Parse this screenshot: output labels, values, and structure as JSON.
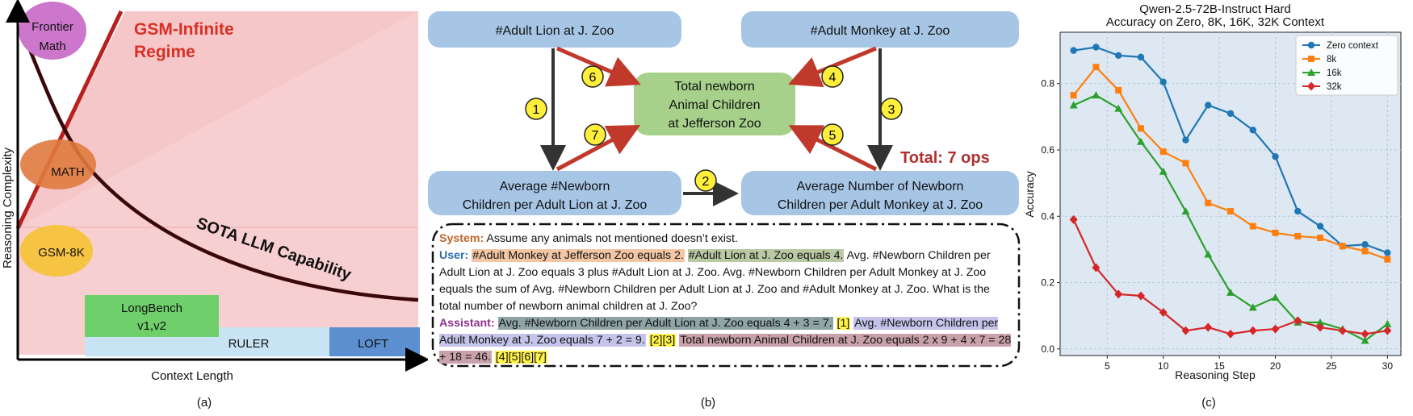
{
  "panel_a": {
    "title_regime_line1": "GSM-Infinite",
    "title_regime_line2": "Regime",
    "frontier_math_line1": "Frontier",
    "frontier_math_line2": "Math",
    "math": "MATH",
    "gsm8k": "GSM-8K",
    "sota_curve_label": "SOTA LLM Capability",
    "longbench_line1": "LongBench",
    "longbench_line2": "v1,v2",
    "ruler": "RULER",
    "loft": "LOFT",
    "y_axis_label": "Reasoning Complexity",
    "x_axis_label": "Context Length",
    "caption": "(a)",
    "colors": {
      "regime": "#d93025",
      "math": "#e07a3f",
      "gsm8k": "#f6c343",
      "frontier": "#cc77cc",
      "longbench": "#6fcf6a",
      "ruler": "#c8e4f4",
      "loft": "#5b8fd0"
    }
  },
  "panel_b": {
    "node_adult_lion": "#Adult Lion at J. Zoo",
    "node_adult_monkey": "#Adult Monkey at J. Zoo",
    "node_total_line1": "Total newborn",
    "node_total_line2": "Animal Children",
    "node_total_line3": "at Jefferson Zoo",
    "node_avg_lion_line1": "Average #Newborn",
    "node_avg_lion_line2": "Children per Adult Lion at J. Zoo",
    "node_avg_monkey_line1": "Average Number of Newborn",
    "node_avg_monkey_line2": "Children per Adult Monkey at J. Zoo",
    "ops": [
      "1",
      "2",
      "3",
      "4",
      "5",
      "6",
      "7"
    ],
    "total_ops": "Total: 7 ops",
    "caption": "(b)",
    "prompt": {
      "system_label": "System:",
      "system_text": "Assume any animals not mentioned doesn’t exist.",
      "user_label": "User:",
      "user_hl1": "#Adult Monkey at Jefferson Zoo equals 2.",
      "user_hl2": "#Adult Lion at J. Zoo equals 4.",
      "user_text": "Avg. #Newborn Children per Adult Lion at J. Zoo equals 3 plus #Adult Lion at J. Zoo. Avg. #Newborn Children per Adult Monkey at J. Zoo equals the sum of Avg. #Newborn Children per Adult Lion at J. Zoo and #Adult Monkey at J. Zoo. What is the total number of newborn animal children at J. Zoo?",
      "assistant_label": "Assistant:",
      "asst_hl1": "Avg. #Newborn Children per Adult Lion at J. Zoo equals 4 + 3 = 7.",
      "asst_tag1": "[1]",
      "asst_hl2": "Avg. #Newborn Children per Adult Monkey at J. Zoo equals 7 + 2 = 9.",
      "asst_tag2": "[2][3]",
      "asst_hl3": "Total newborn Animal Children at J. Zoo equals 2 x 9 + 4 x 7 = 28 + 18 = 46.",
      "asst_tag3": "[4][5][6][7]"
    }
  },
  "chart_data": {
    "type": "line",
    "title_line1": "Qwen-2.5-72B-Instruct Hard",
    "title_line2": "Accuracy on Zero, 8K, 16K, 32K Context",
    "xlabel": "Reasoning Step",
    "ylabel": "Accuracy",
    "xlim": [
      0.8,
      31.2
    ],
    "ylim": [
      -0.02,
      0.955
    ],
    "xticks": [
      5,
      10,
      15,
      20,
      25,
      30
    ],
    "yticks": [
      0.0,
      0.2,
      0.4,
      0.6,
      0.8
    ],
    "ytick_labels": [
      "0.0",
      "0.2",
      "0.4",
      "0.6",
      "0.8"
    ],
    "grid": true,
    "legend_position": "top-right",
    "x": [
      2,
      4,
      6,
      8,
      10,
      12,
      14,
      16,
      18,
      20,
      22,
      24,
      26,
      28,
      30
    ],
    "series": [
      {
        "name": "Zero context",
        "color": "#1f77b4",
        "marker": "circle",
        "values": [
          0.9,
          0.91,
          0.885,
          0.88,
          0.805,
          0.63,
          0.735,
          0.71,
          0.66,
          0.58,
          0.415,
          0.37,
          0.31,
          0.315,
          0.29
        ]
      },
      {
        "name": "8k",
        "color": "#ff7f0e",
        "marker": "square",
        "values": [
          0.765,
          0.85,
          0.78,
          0.665,
          0.595,
          0.56,
          0.44,
          0.415,
          0.37,
          0.35,
          0.34,
          0.335,
          0.31,
          0.295,
          0.27
        ]
      },
      {
        "name": "16k",
        "color": "#2ca02c",
        "marker": "triangle",
        "values": [
          0.735,
          0.765,
          0.725,
          0.625,
          0.535,
          0.415,
          0.285,
          0.17,
          0.125,
          0.155,
          0.08,
          0.08,
          0.06,
          0.025,
          0.075
        ]
      },
      {
        "name": "32k",
        "color": "#d62728",
        "marker": "diamond",
        "values": [
          0.39,
          0.245,
          0.165,
          0.16,
          0.11,
          0.055,
          0.065,
          0.045,
          0.055,
          0.06,
          0.085,
          0.065,
          0.055,
          0.045,
          0.055
        ]
      }
    ],
    "caption": "(c)"
  }
}
